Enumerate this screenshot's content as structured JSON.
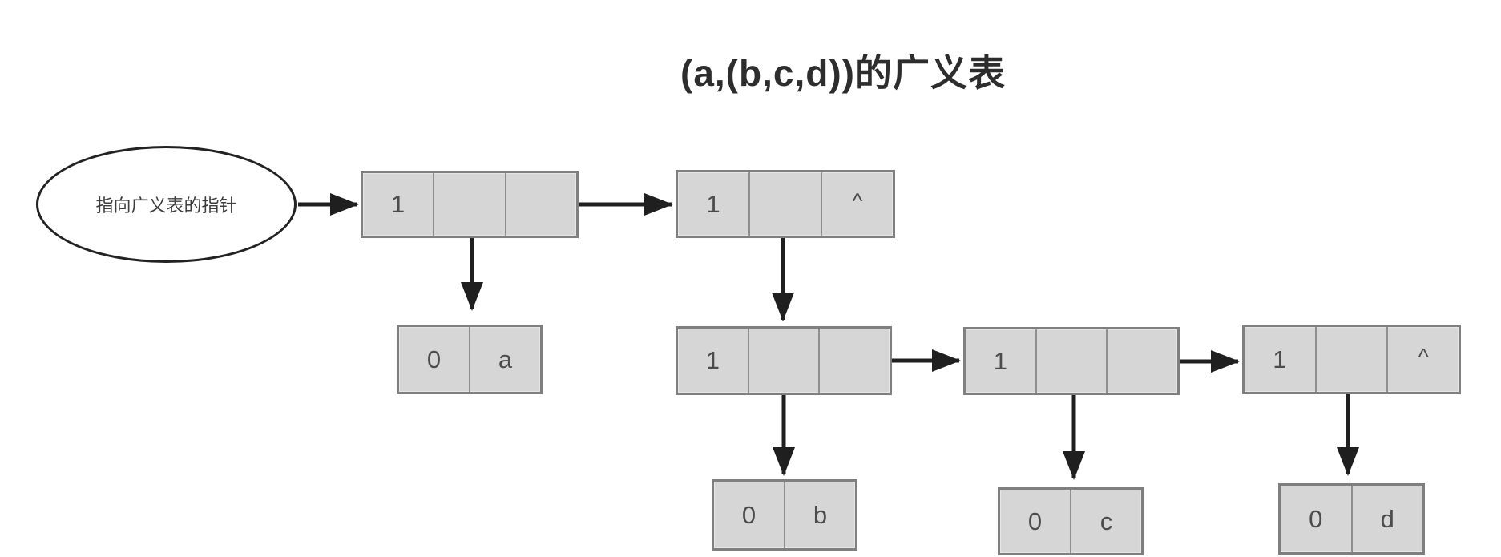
{
  "title": "(a,(b,c,d))的广义表",
  "pointer_label": "指向广义表的指针",
  "nodes": {
    "head1": {
      "label": "list-head-node",
      "cells": [
        "1",
        "",
        ""
      ]
    },
    "head2": {
      "label": "sublist-head-node",
      "cells": [
        "1",
        "",
        "^"
      ]
    },
    "atom_a": {
      "label": "atom-node-a",
      "cells": [
        "0",
        "a"
      ]
    },
    "sub1": {
      "label": "sublist-node-1",
      "cells": [
        "1",
        "",
        ""
      ]
    },
    "sub2": {
      "label": "sublist-node-2",
      "cells": [
        "1",
        "",
        ""
      ]
    },
    "sub3": {
      "label": "sublist-node-3",
      "cells": [
        "1",
        "",
        "^"
      ]
    },
    "atom_b": {
      "label": "atom-node-b",
      "cells": [
        "0",
        "b"
      ]
    },
    "atom_c": {
      "label": "atom-node-c",
      "cells": [
        "0",
        "c"
      ]
    },
    "atom_d": {
      "label": "atom-node-d",
      "cells": [
        "0",
        "d"
      ]
    }
  },
  "colors": {
    "canvas_bg": "#ffffff",
    "node_fill": "#d6d6d6",
    "node_border": "#7f7f7f",
    "cell_divider": "#8f8f8f",
    "arrow": "#1f1f1f",
    "text": "#4c4c4c",
    "title_text": "#2d2d2d",
    "ellipse_border": "#222222"
  }
}
